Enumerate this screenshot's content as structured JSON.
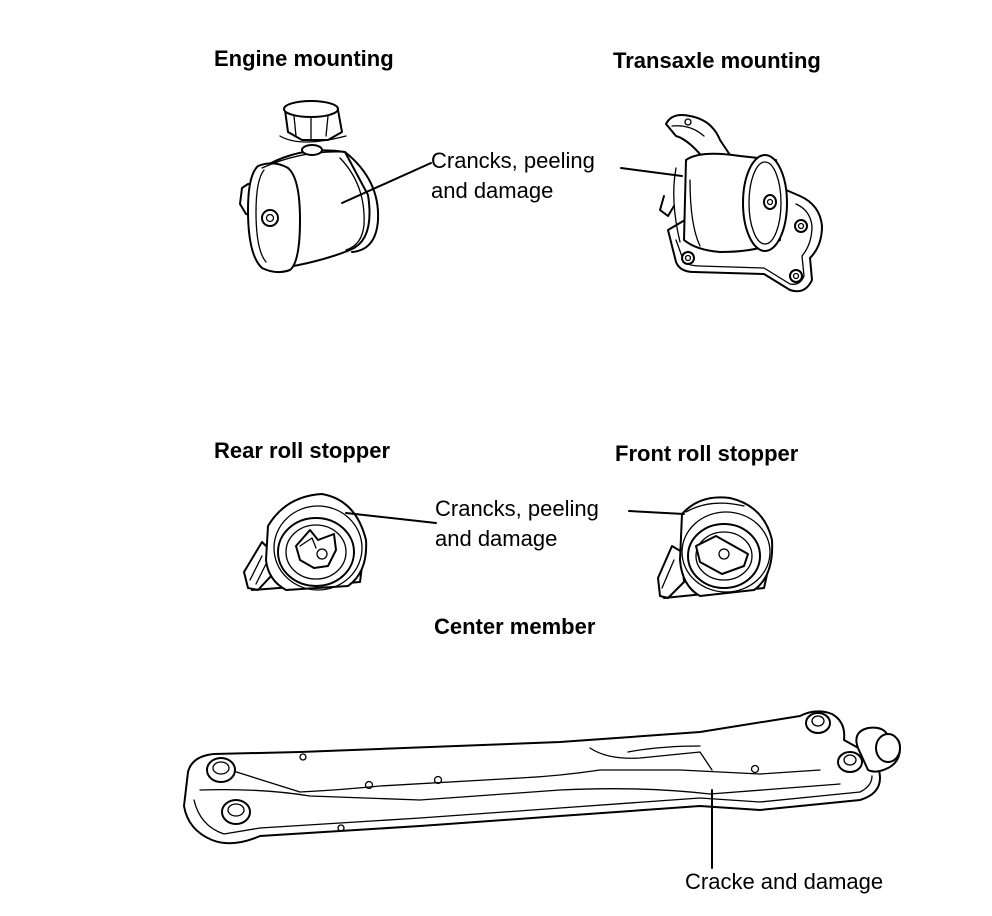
{
  "diagram": {
    "parts": {
      "engine_mounting": {
        "title": "Engine mounting",
        "callout": [
          "Crancks, peeling",
          "and damage"
        ]
      },
      "transaxle_mounting": {
        "title": "Transaxle mounting"
      },
      "rear_roll_stopper": {
        "title": "Rear roll stopper",
        "callout": [
          "Crancks, peeling",
          "and damage"
        ]
      },
      "front_roll_stopper": {
        "title": "Front roll stopper"
      },
      "center_member": {
        "title": "Center member",
        "callout": "Cracke and damage"
      }
    }
  }
}
